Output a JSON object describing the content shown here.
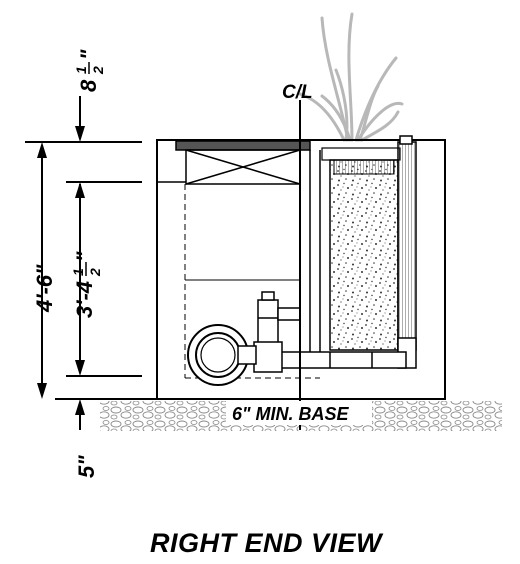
{
  "title": "RIGHT END VIEW",
  "centerline_label": "C/L",
  "base_label": "6\" MIN. BASE",
  "dimensions": {
    "total_height": "4'-6\"",
    "inner_height_main": "3'-4",
    "inner_height_num": "1",
    "inner_height_den": "2",
    "top_offset_main": "8",
    "top_offset_num": "1",
    "top_offset_den": "2",
    "top_offset_suffix": "\"",
    "base_thickness": "5\""
  },
  "colors": {
    "line": "#000000",
    "plant": "#b5b5b5",
    "lid": "#555555",
    "gravel": "#9a9a9a"
  }
}
